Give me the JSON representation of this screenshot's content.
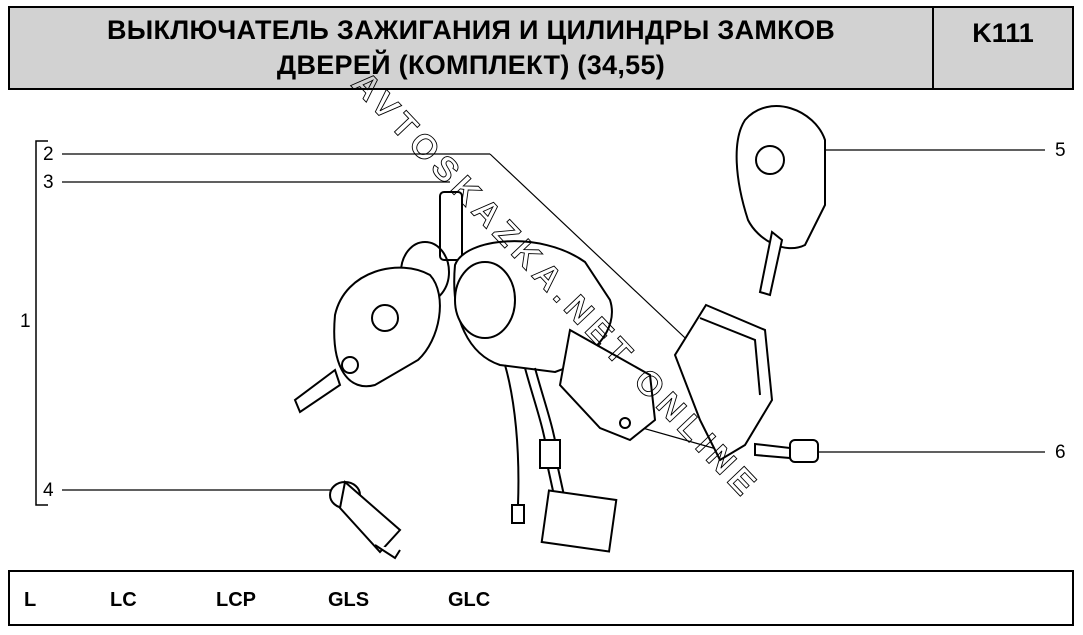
{
  "header": {
    "title_line1": "ВЫКЛЮЧАТЕЛЬ ЗАЖИГАНИЯ И ЦИЛИНДРЫ ЗАМКОВ",
    "title_line2": "ДВЕРЕЙ (КОМПЛЕКТ) (34,55)",
    "code": "K111"
  },
  "callouts": [
    "1",
    "2",
    "3",
    "4",
    "5",
    "6"
  ],
  "watermark": "AVTOSKAZKA.NET ONLINE",
  "footer": {
    "models": [
      "L",
      "LC",
      "LCP",
      "GLS",
      "GLC"
    ]
  }
}
